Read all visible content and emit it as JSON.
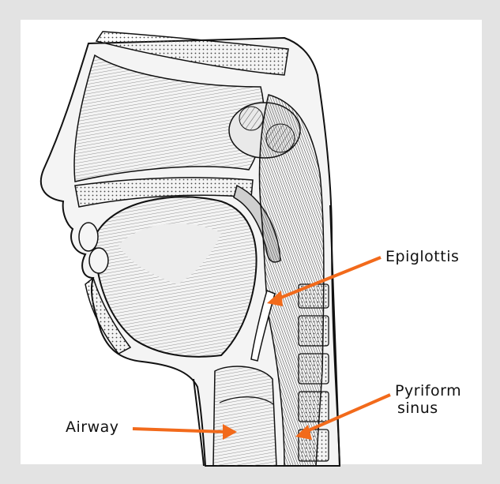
{
  "labels": {
    "epiglottis": "Epiglottis",
    "pyriform_line1": "Pyriform",
    "pyriform_line2": "sinus",
    "airway": "Airway"
  },
  "colors": {
    "arrow": "#f26a1b",
    "background": "#e3e3e3",
    "panel": "#ffffff",
    "ink": "#111111"
  }
}
